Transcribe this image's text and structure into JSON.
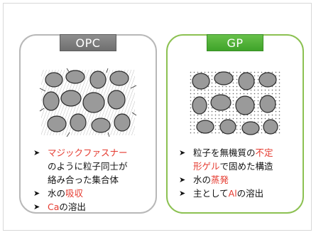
{
  "left_panel": {
    "label": "OPC",
    "bullets": [
      {
        "lines": [
          [
            {
              "text": "マジックファスナー",
              "accent": true
            }
          ],
          [
            {
              "text": "のように粒子同士が",
              "accent": false
            }
          ],
          [
            {
              "text": "絡み合った集合体",
              "accent": false
            }
          ]
        ]
      },
      {
        "lines": [
          [
            {
              "text": "水の",
              "accent": false
            },
            {
              "text": "吸収",
              "accent": true
            }
          ]
        ]
      },
      {
        "lines": [
          [
            {
              "text": "Ca",
              "accent": true
            },
            {
              "text": "の溶出",
              "accent": false
            }
          ]
        ]
      }
    ]
  },
  "right_panel": {
    "label": "GP",
    "bullets": [
      {
        "lines": [
          [
            {
              "text": "粒子を無機質の",
              "accent": false
            },
            {
              "text": "不定",
              "accent": true
            }
          ],
          [
            {
              "text": "形ゲル",
              "accent": true
            },
            {
              "text": "で固めた構造",
              "accent": false
            }
          ]
        ]
      },
      {
        "lines": [
          [
            {
              "text": "水の",
              "accent": false
            },
            {
              "text": "蒸発",
              "accent": true
            }
          ]
        ]
      },
      {
        "lines": [
          [
            {
              "text": "主として",
              "accent": false
            },
            {
              "text": "Al",
              "accent": true
            },
            {
              "text": "の溶出",
              "accent": false
            }
          ]
        ]
      }
    ]
  },
  "colors": {
    "accent": "#e53a2f",
    "opc_border": "#b8b8b8",
    "gp_border": "#8cc152",
    "particle_fill": "#9a9a9a",
    "particle_stroke": "#2a2a2a"
  },
  "icons": {
    "bullet": "arrow-bullet-icon"
  }
}
